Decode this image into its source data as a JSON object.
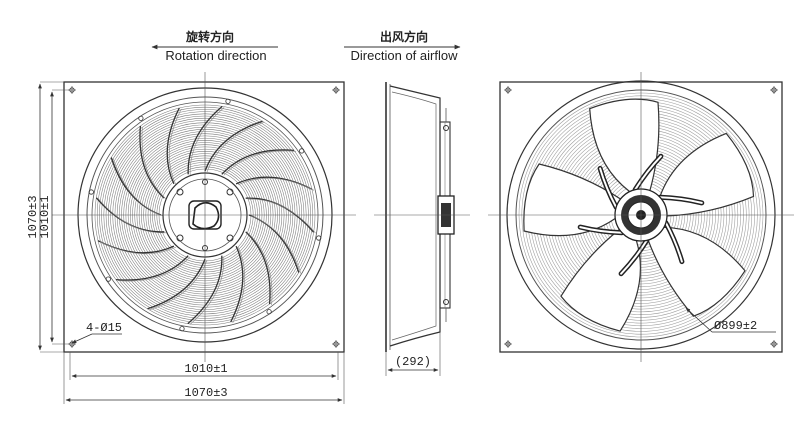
{
  "header": {
    "rotation": {
      "title_cn": "旋转方向",
      "title_en": "Rotation direction"
    },
    "airflow": {
      "title_cn": "出风方向",
      "title_en": "Direction of airflow"
    }
  },
  "dimensions": {
    "overall_height": "1070±3",
    "mount_height": "1010±1",
    "overall_width": "1070±3",
    "mount_width": "1010±1",
    "holes": "4-Ø15",
    "depth": "(292)",
    "blade_diameter": "Ø899±2"
  },
  "colors": {
    "line": "#333333",
    "thin": "#555555",
    "grille": "#7a7a7a",
    "hub": "#222222"
  }
}
